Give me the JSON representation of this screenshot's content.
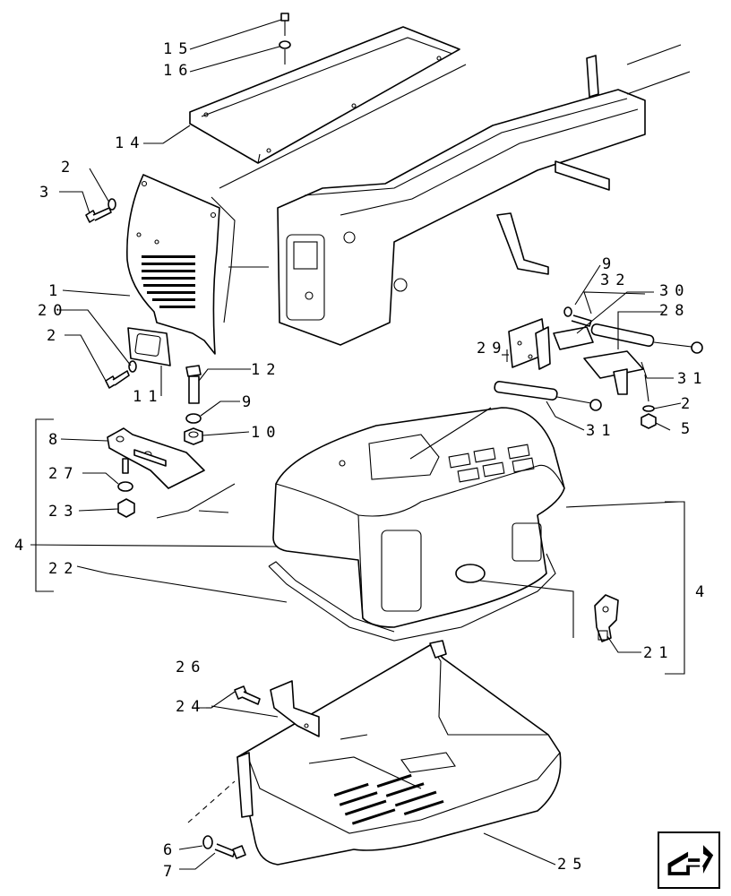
{
  "callouts": {
    "c1": "1",
    "c2a": "2",
    "c2b": "2",
    "c2c": "2",
    "c3": "3",
    "c4a": "4",
    "c4b": "4",
    "c5": "5",
    "c6": "6",
    "c7": "7",
    "c8": "8",
    "c9a": "9",
    "c9b": "9",
    "c10": "10",
    "c11": "11",
    "c12": "12",
    "c14": "14",
    "c15": "15",
    "c16": "16",
    "c20": "20",
    "c21": "21",
    "c22": "22",
    "c23": "23",
    "c24": "24",
    "c25": "25",
    "c26": "26",
    "c27": "27",
    "c28": "28",
    "c29": "29",
    "c30": "30",
    "c31a": "31",
    "c31b": "31",
    "c32": "32"
  },
  "navigation": {
    "icon": "next-page-arrow-icon"
  }
}
